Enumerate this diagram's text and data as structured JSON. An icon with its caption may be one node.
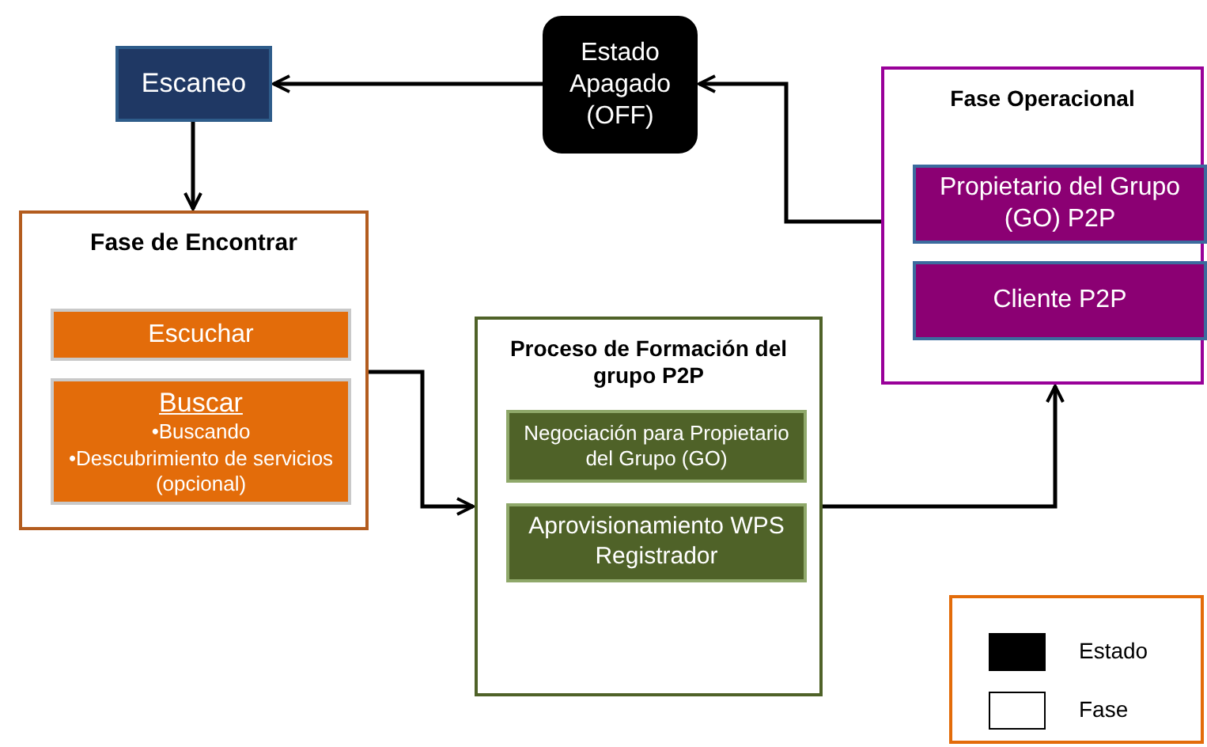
{
  "diagram": {
    "nodes": [
      {
        "text": [
          "Escaneo"
        ]
      },
      {
        "text": [
          "Estado Apagado (OFF)"
        ]
      },
      {
        "text": [
          "Fase Operacional"
        ]
      },
      {
        "text": [
          "Propietario del Grupo (GO) P2P"
        ],
        "in": 2
      },
      {
        "text": [
          "Cliente P2P"
        ],
        "in": 2
      },
      {
        "text": [
          "Fase de Encontrar"
        ]
      },
      {
        "text": [
          "Escuchar"
        ],
        "in": 5
      },
      {
        "text": [
          "Buscar",
          "•Buscando",
          "•Descubrimiento de servicios (opcional)"
        ],
        "in": 5
      },
      {
        "text": [
          "Proceso de Formación del grupo P2P"
        ]
      },
      {
        "text": [
          "Negociación para Propietario del Grupo (GO)"
        ],
        "in": 8
      },
      {
        "text": [
          "Aprovisionamiento  WPS Registrador"
        ],
        "in": 8
      }
    ],
    "edges": [
      {
        "from": 1,
        "to": 0,
        "arrow": "to"
      },
      {
        "from": 2,
        "to": 1,
        "arrow": "to"
      },
      {
        "from": 0,
        "to": 5,
        "arrow": "to"
      },
      {
        "from": 5,
        "to": 8,
        "arrow": "to"
      },
      {
        "from": 8,
        "to": 2,
        "arrow": "to"
      }
    ],
    "legend": [
      {
        "text": "Estado",
        "color": "#000000"
      },
      {
        "text": "Fase"
      }
    ]
  }
}
